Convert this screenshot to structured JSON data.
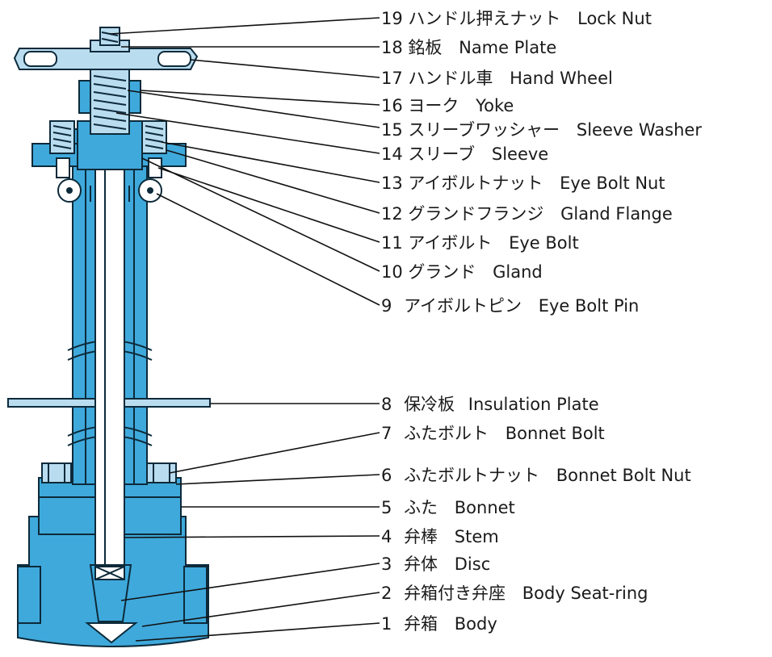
{
  "parts": [
    {
      "no": "19",
      "jp": "ハンドル押えナット",
      "en": "Lock Nut"
    },
    {
      "no": "18",
      "jp": "銘板",
      "en": "Name Plate"
    },
    {
      "no": "17",
      "jp": "ハンドル車",
      "en": "Hand Wheel"
    },
    {
      "no": "16",
      "jp": "ヨーク",
      "en": "Yoke"
    },
    {
      "no": "15",
      "jp": "スリーブワッシャー",
      "en": "Sleeve Washer"
    },
    {
      "no": "14",
      "jp": "スリーブ",
      "en": "Sleeve"
    },
    {
      "no": "13",
      "jp": "アイボルトナット",
      "en": "Eye Bolt Nut"
    },
    {
      "no": "12",
      "jp": "グランドフランジ",
      "en": "Gland Flange"
    },
    {
      "no": "11",
      "jp": "アイボルト",
      "en": "Eye Bolt"
    },
    {
      "no": "10",
      "jp": "グランド",
      "en": "Gland"
    },
    {
      "no": "9",
      "jp": "アイボルトピン",
      "en": "Eye Bolt Pin"
    },
    {
      "no": "8",
      "jp": "保冷板",
      "en": "Insulation Plate"
    },
    {
      "no": "7",
      "jp": "ふたボルト",
      "en": "Bonnet Bolt"
    },
    {
      "no": "6",
      "jp": "ふたボルトナット",
      "en": "Bonnet Bolt Nut"
    },
    {
      "no": "5",
      "jp": "ふた",
      "en": "Bonnet"
    },
    {
      "no": "4",
      "jp": "弁棒",
      "en": "Stem"
    },
    {
      "no": "3",
      "jp": "弁体",
      "en": "Disc"
    },
    {
      "no": "2",
      "jp": "弁箱付き弁座",
      "en": "Body Seat-ring"
    },
    {
      "no": "1",
      "jp": "弁箱",
      "en": "Body"
    }
  ],
  "colors": {
    "body": "#3fa9dc",
    "metal": "#b9dcef",
    "line": "#0d2a3a",
    "text": "#1a1a1a"
  }
}
